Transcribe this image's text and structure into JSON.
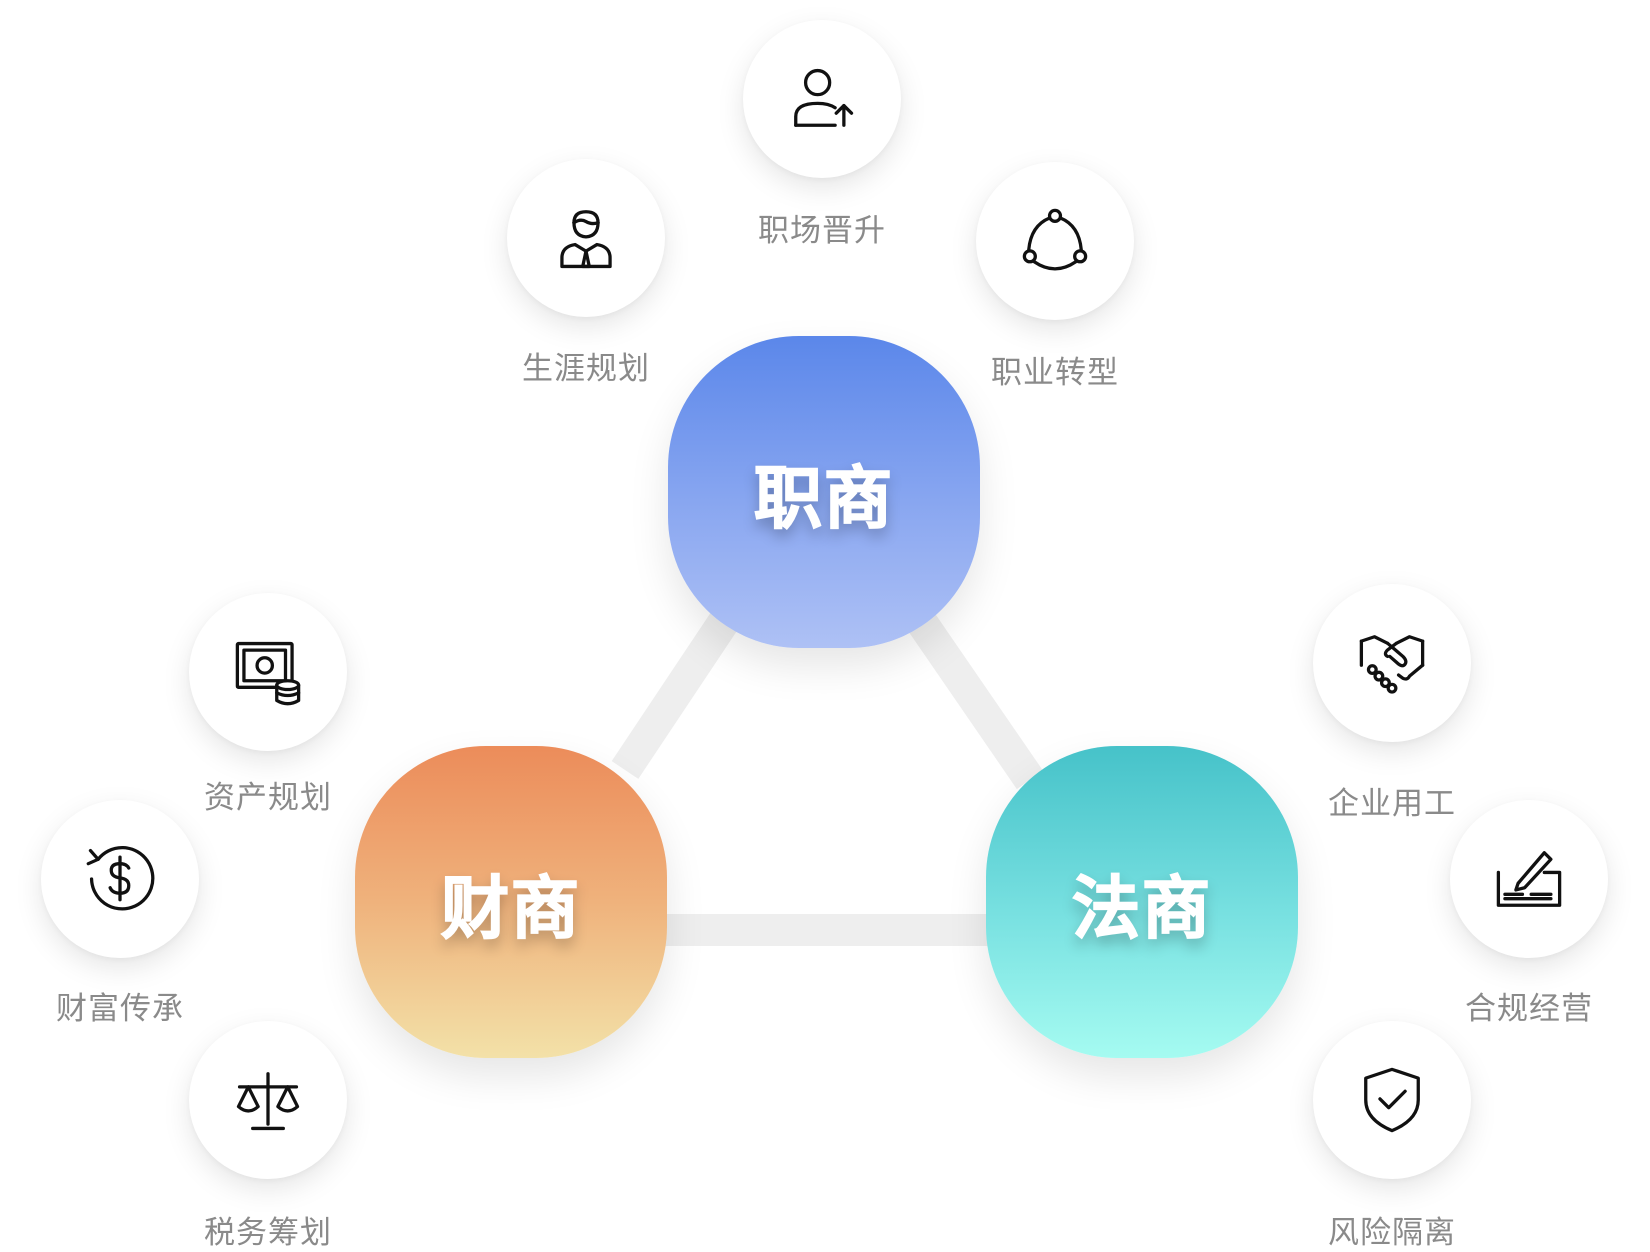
{
  "hubs": {
    "career": {
      "label": "职商",
      "color_top": "#5b87ea",
      "color_bottom": "#aec1f5"
    },
    "wealth": {
      "label": "财商",
      "color_top": "#ec8c5a",
      "color_bottom": "#f3e1a8"
    },
    "law": {
      "label": "法商",
      "color_top": "#46c2c9",
      "color_bottom": "#a5fbf1"
    }
  },
  "nodes": {
    "career_planning": {
      "label": "生涯规划",
      "icon": "professional-person-icon"
    },
    "career_promotion": {
      "label": "职场晋升",
      "icon": "user-arrow-up-icon"
    },
    "career_transition": {
      "label": "职业转型",
      "icon": "cycle-nodes-icon"
    },
    "asset_planning": {
      "label": "资产规划",
      "icon": "cash-coins-icon"
    },
    "wealth_inheritance": {
      "label": "财富传承",
      "icon": "dollar-refresh-icon"
    },
    "tax_planning": {
      "label": "税务筹划",
      "icon": "balance-scale-icon"
    },
    "enterprise_labor": {
      "label": "企业用工",
      "icon": "handshake-icon"
    },
    "compliance": {
      "label": "合规经营",
      "icon": "signature-pen-icon"
    },
    "risk_isolation": {
      "label": "风险隔离",
      "icon": "shield-check-icon"
    }
  },
  "colors": {
    "connector": "#eeeeee",
    "label_text": "#8a8a8a",
    "icon_stroke": "#111111"
  }
}
